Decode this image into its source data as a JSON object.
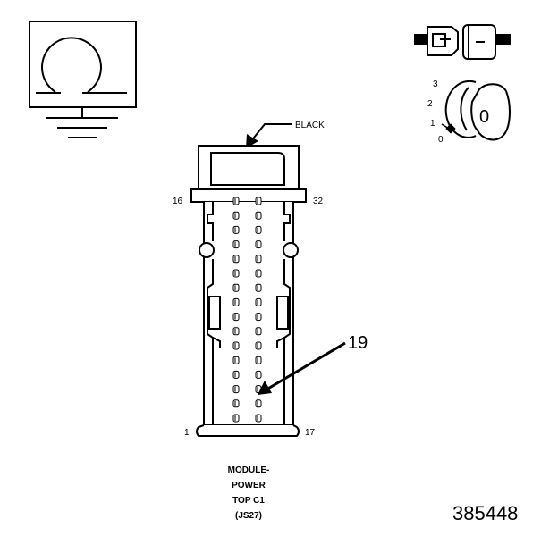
{
  "wire_color_label": "BLACK",
  "cavity_numbers": {
    "top_left": "16",
    "top_right": "32",
    "bottom_left": "1",
    "bottom_right": "17"
  },
  "callout_number": "19",
  "ignition_positions": [
    "3",
    "2",
    "1",
    "0"
  ],
  "key_label": "0",
  "connector_caption": [
    "MODULE-",
    "POWER",
    "TOP C1",
    "(JS27)"
  ],
  "figure_number": "385448",
  "icons": {
    "ground_symbol": "ohm-ground-icon",
    "connector_view": "connector-side-icon",
    "ignition": "ignition-switch-icon"
  }
}
